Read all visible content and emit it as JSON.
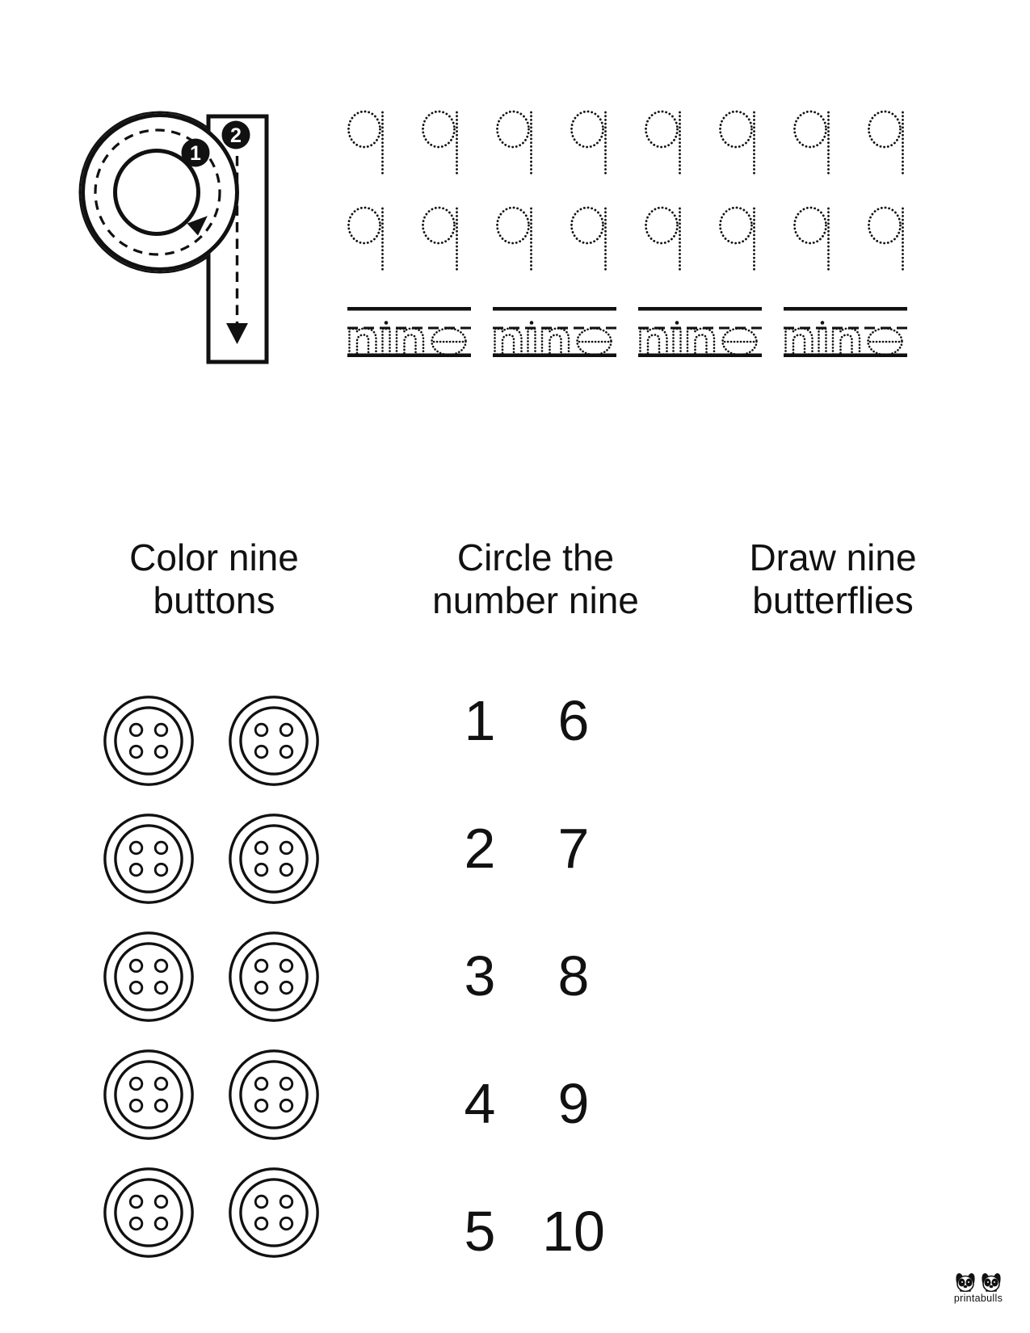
{
  "page": {
    "background": "#ffffff",
    "ink": "#111111"
  },
  "tracing_guide": {
    "digit": "9",
    "step1": "1",
    "step2": "2"
  },
  "digit_practice": {
    "glyph": "9",
    "rows": 2,
    "per_row": 8
  },
  "word_practice": {
    "word": "nine",
    "repetitions": 4
  },
  "sections": {
    "color": {
      "line1": "Color nine",
      "line2": "buttons"
    },
    "circle": {
      "line1": "Circle the",
      "line2": "number nine"
    },
    "draw": {
      "line1": "Draw nine",
      "line2": "butterflies"
    }
  },
  "buttons_activity": {
    "rows": 5,
    "cols": 2,
    "total": 10
  },
  "circle_activity": {
    "rows": [
      [
        "1",
        "6"
      ],
      [
        "2",
        "7"
      ],
      [
        "3",
        "8"
      ],
      [
        "4",
        "9"
      ],
      [
        "5",
        "10"
      ]
    ]
  },
  "footer": {
    "brand": "printabulls"
  }
}
